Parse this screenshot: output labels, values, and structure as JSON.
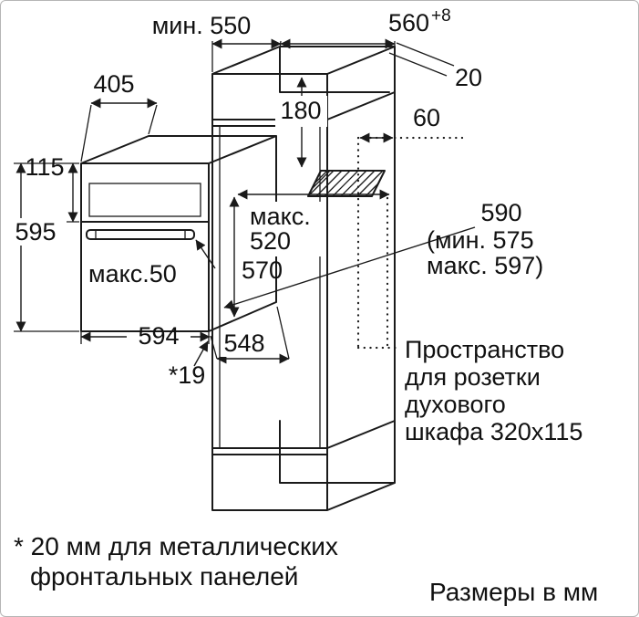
{
  "figure": {
    "top": {
      "min550": "мин. 550",
      "w560": "560",
      "w560sup": "+8",
      "t20": "20",
      "t60": "60",
      "t180": "180"
    },
    "oven": {
      "d405": "405",
      "h115": "115",
      "h595": "595",
      "max50": "макс.50",
      "w594": "594",
      "h570": "570"
    },
    "niche": {
      "maks": "макс.",
      "d520": "520",
      "h590": "590",
      "h590min": "(мин. 575",
      "h590max": "макс. 597)",
      "w548": "548",
      "star19": "*19"
    },
    "socket_note": [
      "Пространство",
      "для розетки",
      "духового",
      "шкафа 320x115"
    ],
    "footnote1": "* 20 мм для металлических",
    "footnote2": "фронтальных панелей",
    "units": "Размеры в мм"
  }
}
